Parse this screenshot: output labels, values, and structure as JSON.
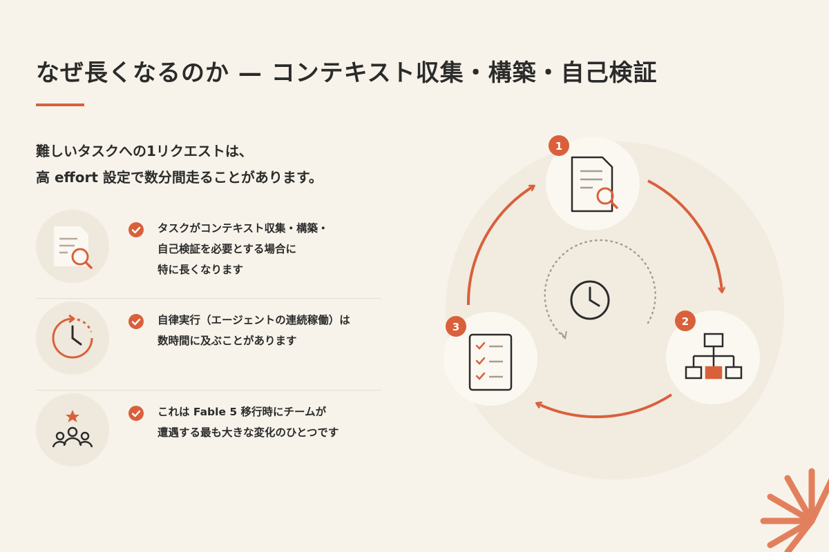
{
  "header": {
    "title": "なぜ長くなるのか — コンテキスト収集・構築・自己検証"
  },
  "lead": {
    "line1": "難しいタスクへの1リクエストは、",
    "line2": "高 effort 設定で数分間走ることがあります。"
  },
  "items": [
    {
      "icon": "document-search-icon",
      "lines": [
        "タスクがコンテキスト収集・構築・",
        "自己検証を必要とする場合に",
        "特に長くなります"
      ]
    },
    {
      "icon": "clock-progress-icon",
      "lines": [
        "自律実行（エージェントの連続稼働）は",
        "数時間に及ぶことがあります"
      ]
    },
    {
      "icon": "team-star-icon",
      "lines": [
        "これは Fable 5 移行時にチームが",
        "遭遇する最も大きな変化のひとつです"
      ]
    }
  ],
  "cycle": {
    "steps": [
      {
        "number": "1",
        "icon": "document-search-icon"
      },
      {
        "number": "2",
        "icon": "hierarchy-icon"
      },
      {
        "number": "3",
        "icon": "checklist-icon"
      }
    ],
    "center_icon": "clock-icon"
  },
  "colors": {
    "accent": "#d9603b",
    "background": "#f7f3ea",
    "text": "#2b2b2b"
  }
}
